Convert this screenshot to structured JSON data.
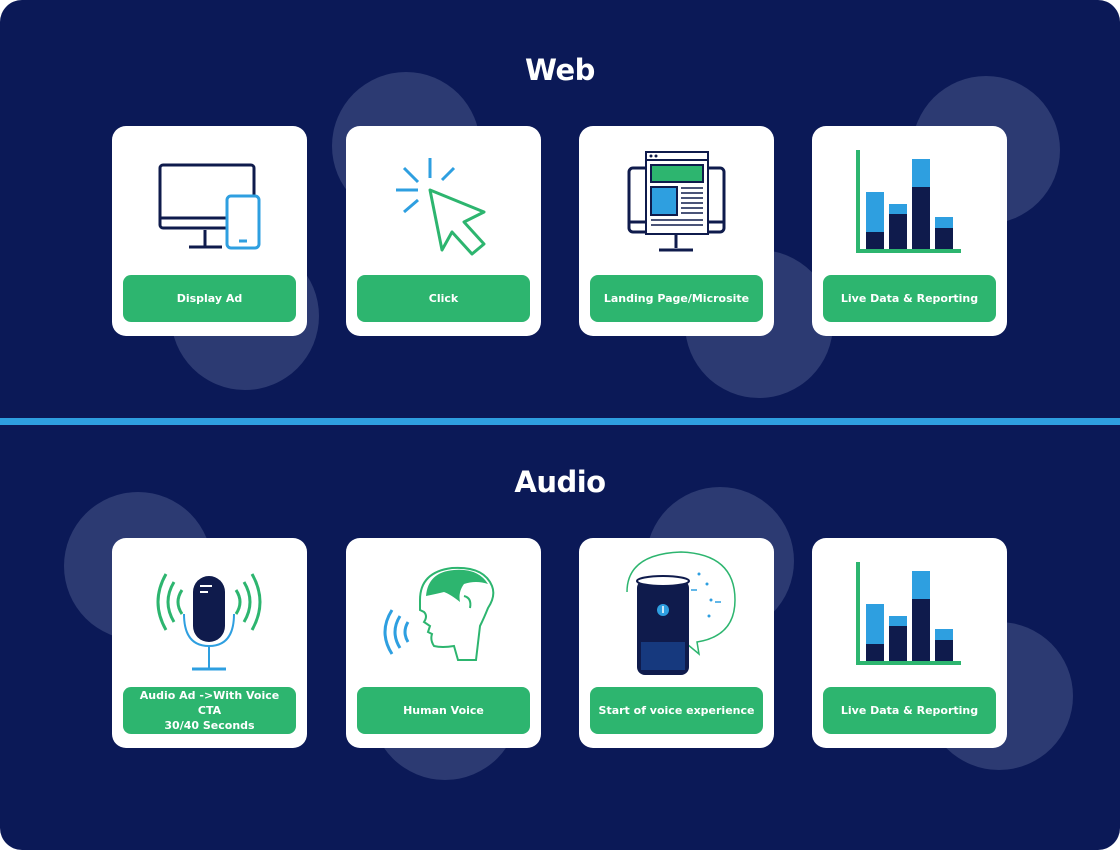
{
  "sections": [
    {
      "title": "Web",
      "cards": [
        {
          "label": "Display Ad",
          "icon": "monitor-phone-icon"
        },
        {
          "label": "Click",
          "icon": "cursor-click-icon"
        },
        {
          "label": "Landing Page/Microsite",
          "icon": "webpage-monitor-icon"
        },
        {
          "label": "Live Data & Reporting",
          "icon": "bar-chart-icon"
        }
      ]
    },
    {
      "title": "Audio",
      "cards": [
        {
          "label": "Audio Ad ->With Voice CTA\n30/40 Seconds",
          "icon": "microphone-icon"
        },
        {
          "label": "Human Voice",
          "icon": "human-voice-icon"
        },
        {
          "label": "Start of voice experience",
          "icon": "smart-speaker-icon"
        },
        {
          "label": "Live Data & Reporting",
          "icon": "bar-chart-icon"
        }
      ]
    }
  ],
  "colors": {
    "background": "#0b1957",
    "accent_green": "#2db56f",
    "accent_blue": "#2e9fe0",
    "navy": "#0f1b4c"
  }
}
